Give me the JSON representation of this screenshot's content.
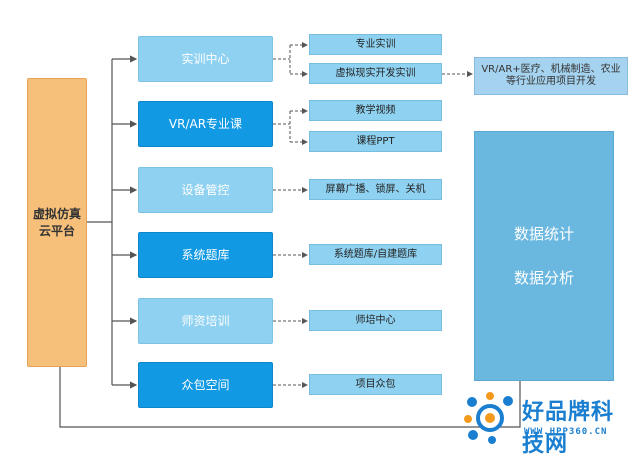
{
  "root": {
    "label": "虚拟仿真云平台"
  },
  "categories": [
    {
      "label": "实训中心",
      "style": "light"
    },
    {
      "label": "VR/AR专业课",
      "style": "dark"
    },
    {
      "label": "设备管控",
      "style": "light"
    },
    {
      "label": "系统题库",
      "style": "dark"
    },
    {
      "label": "师资培训",
      "style": "light"
    },
    {
      "label": "众包空间",
      "style": "dark"
    }
  ],
  "leaves": [
    {
      "label": "专业实训"
    },
    {
      "label": "虚拟现实开发实训"
    },
    {
      "label": "教学视频"
    },
    {
      "label": "课程PPT"
    },
    {
      "label": "屏幕广播、锁屏、关机"
    },
    {
      "label": "系统题库/自建题库"
    },
    {
      "label": "师培中心"
    },
    {
      "label": "项目众包"
    }
  ],
  "extension": {
    "label": "VR/AR+医疗、机械制造、农业等行业应用项目开发"
  },
  "panel": {
    "line1": "数据统计",
    "line2": "数据分析"
  },
  "watermark": {
    "title": "好品牌科技网",
    "url": "WWW.HPP360.CN"
  },
  "colors": {
    "root_fill": "#f6c07a",
    "category_light": "#8fd1f0",
    "category_dark": "#1299e4",
    "leaf_fill": "#8fd1f0",
    "panel_fill": "#6ab7df",
    "connector": "#555555",
    "watermark_blue": "#1a7fd0",
    "watermark_orange": "#f39a1e"
  }
}
